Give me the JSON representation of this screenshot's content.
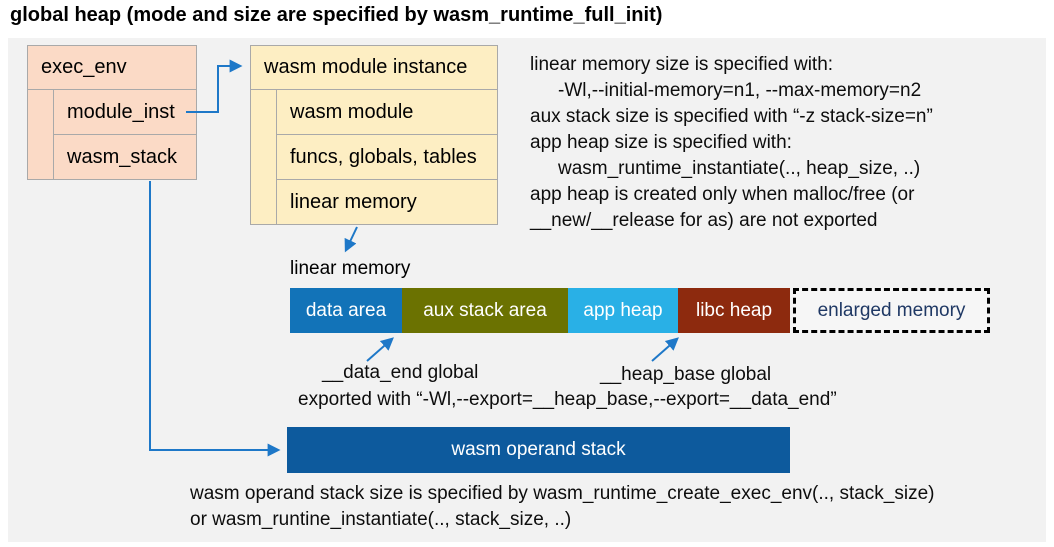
{
  "title": "global heap (mode and size are specified by wasm_runtime_full_init)",
  "exec_env_box": {
    "title": "exec_env",
    "rows": [
      {
        "label": "module_inst"
      },
      {
        "label": "wasm_stack"
      }
    ]
  },
  "module_instance_box": {
    "title": "wasm module instance",
    "rows": [
      {
        "label": "wasm module"
      },
      {
        "label": "funcs, globals, tables"
      },
      {
        "label": "linear memory"
      }
    ]
  },
  "right_notes": {
    "lines": [
      {
        "text": "linear memory size is specified with:"
      },
      {
        "text": "-Wl,--initial-memory=n1, --max-memory=n2"
      },
      {
        "text": "aux stack size is specified with “-z stack-size=n”"
      },
      {
        "text": "app heap size is specified with:"
      },
      {
        "text": "wasm_runtime_instantiate(.., heap_size, ..)"
      },
      {
        "text": "app heap is created only when malloc/free (or"
      },
      {
        "text": "__new/__release for as) are not exported"
      }
    ]
  },
  "linear_memory": {
    "label": "linear memory",
    "segments": [
      {
        "label": "data area",
        "color": "#1273b8"
      },
      {
        "label": "aux stack area",
        "color": "#6b7201"
      },
      {
        "label": "app heap",
        "color": "#29b0e6"
      },
      {
        "label": "libc heap",
        "color": "#8d2a0e"
      },
      {
        "label": "enlarged memory",
        "color": "dashed-outline"
      }
    ]
  },
  "annotations": {
    "data_end_label": "__data_end global",
    "heap_base_label": "__heap_base global",
    "export_line": "exported with “-Wl,--export=__heap_base,--export=__data_end”"
  },
  "operand_stack": {
    "label": "wasm operand stack",
    "notes": [
      "wasm operand stack size is specified by wasm_runtime_create_exec_env(.., stack_size)",
      "or wasm_runtine_instantiate(.., stack_size, ..)"
    ]
  },
  "colors": {
    "panel_bg": "#f2f2f2",
    "exec_env_fill": "#fbdac6",
    "module_instance_fill": "#fdeec3",
    "arrow_blue": "#1e78c8",
    "data_area": "#1273b8",
    "aux_stack_area": "#6b7201",
    "app_heap": "#29b0e6",
    "libc_heap": "#8d2a0e",
    "operand_stack": "#0d5a9d",
    "enlarged_memory_text": "#1f3864",
    "box_border": "#a9a9a9"
  }
}
